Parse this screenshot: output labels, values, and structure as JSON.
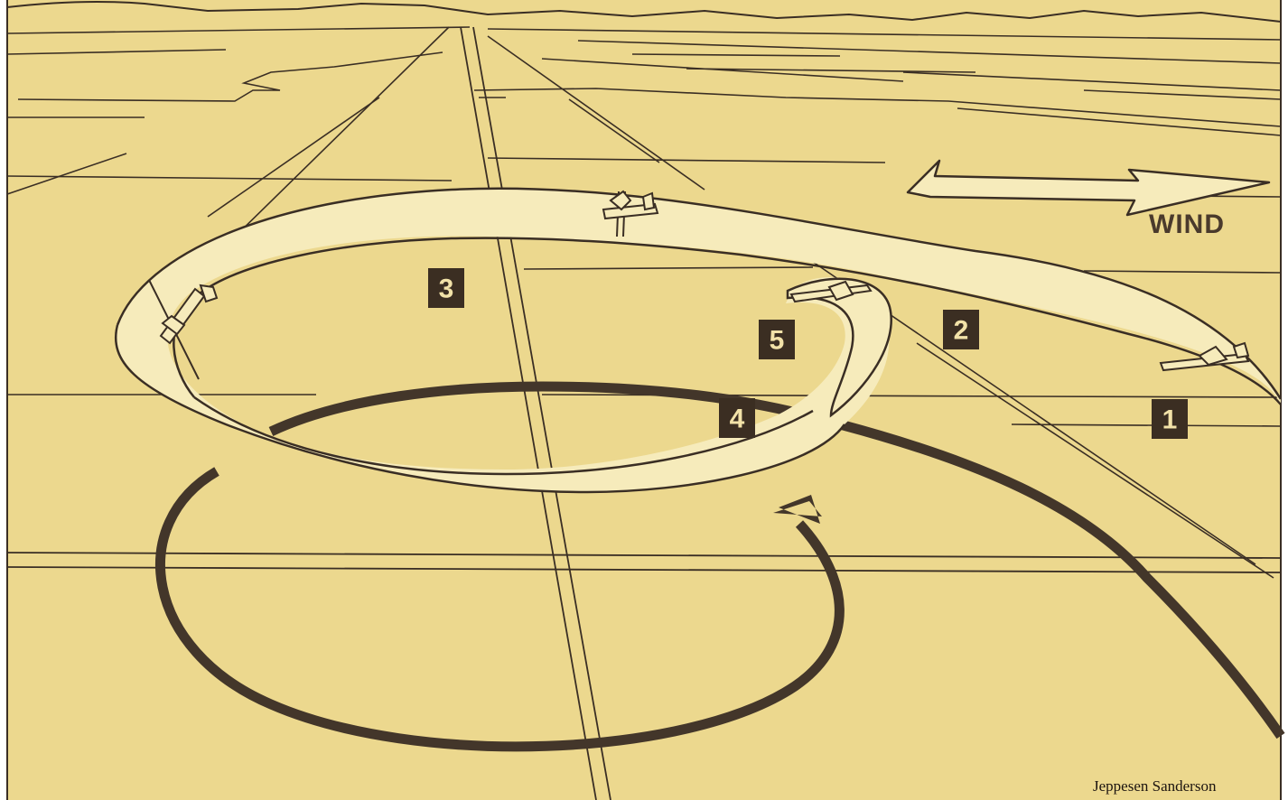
{
  "diagram": {
    "wind_label": "WIND",
    "credit": "Jeppesen Sanderson",
    "steps": [
      {
        "id": "1",
        "label": "1"
      },
      {
        "id": "2",
        "label": "2"
      },
      {
        "id": "3",
        "label": "3"
      },
      {
        "id": "4",
        "label": "4"
      },
      {
        "id": "5",
        "label": "5"
      }
    ]
  },
  "colors": {
    "ground": "#ecd88e",
    "ribbon": "#f6ebbb",
    "line": "#3a2e24",
    "dark_path": "#43362a",
    "box": "#3b2e22",
    "box_text": "#f2e2a8"
  },
  "icons": [
    "airplane-icon",
    "wind-arrow-icon",
    "ground-track-arrow-icon"
  ]
}
